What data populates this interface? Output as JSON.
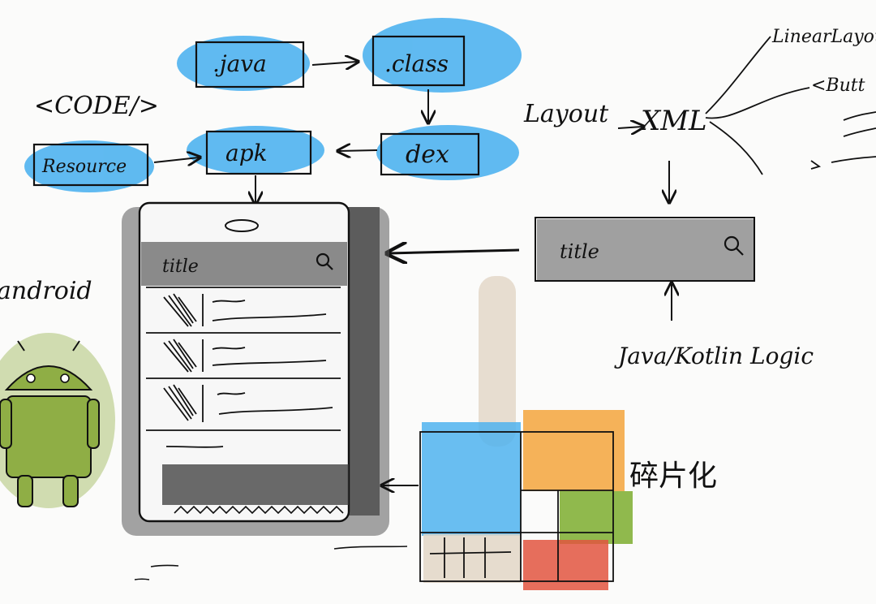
{
  "labels": {
    "code": "<CODE/>",
    "java": ".java",
    "class": ".class",
    "dex": "dex",
    "apk": "apk",
    "resource": "Resource",
    "layout": "Layout",
    "xml": "XML",
    "linear_layout": "LinearLayout",
    "button": "<Butt",
    "phone_title": "title",
    "toolbar_title": "title",
    "android": "android",
    "java_kotlin": "Java/Kotlin Logic",
    "fragment": "碎片化"
  },
  "colors": {
    "highlight_blue": "#4fb3ef",
    "phone_shadow": "#5a5a5a",
    "toolbar_gray": "#8f8f8f",
    "android_green": "#8fae45",
    "tile_orange": "#f3a43c",
    "tile_green": "#7cad2e",
    "tile_red": "#e2553f",
    "beige": "#e2d6c6"
  }
}
